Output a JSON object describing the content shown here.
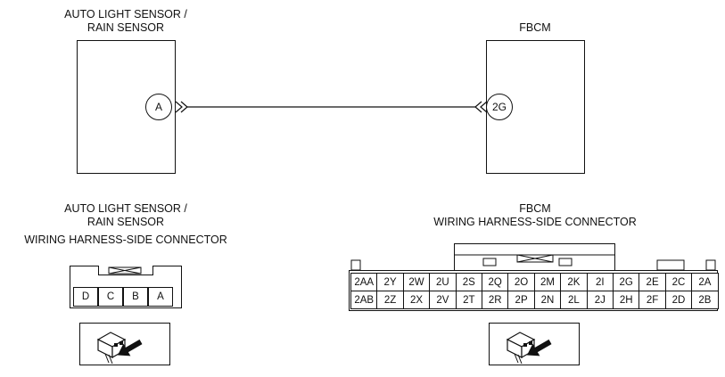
{
  "left_component": {
    "title_line1": "AUTO LIGHT SENSOR /",
    "title_line2": "RAIN SENSOR",
    "terminal": "A"
  },
  "right_component": {
    "title": "FBCM",
    "terminal": "2G"
  },
  "left_connector": {
    "title_line1": "AUTO LIGHT SENSOR /",
    "title_line2": "RAIN SENSOR",
    "title_line3": "WIRING HARNESS-SIDE CONNECTOR",
    "pins": [
      "D",
      "C",
      "B",
      "A"
    ]
  },
  "right_connector": {
    "title_line1": "FBCM",
    "title_line2": "WIRING HARNESS-SIDE CONNECTOR",
    "row1": [
      "2AA",
      "2Y",
      "2W",
      "2U",
      "2S",
      "2Q",
      "2O",
      "2M",
      "2K",
      "2I",
      "2G",
      "2E",
      "2C",
      "2A"
    ],
    "row2": [
      "2AB",
      "2Z",
      "2X",
      "2V",
      "2T",
      "2R",
      "2P",
      "2N",
      "2L",
      "2J",
      "2H",
      "2F",
      "2D",
      "2B"
    ]
  },
  "icons": [
    "connector-view-icon",
    "arrow-icon"
  ]
}
